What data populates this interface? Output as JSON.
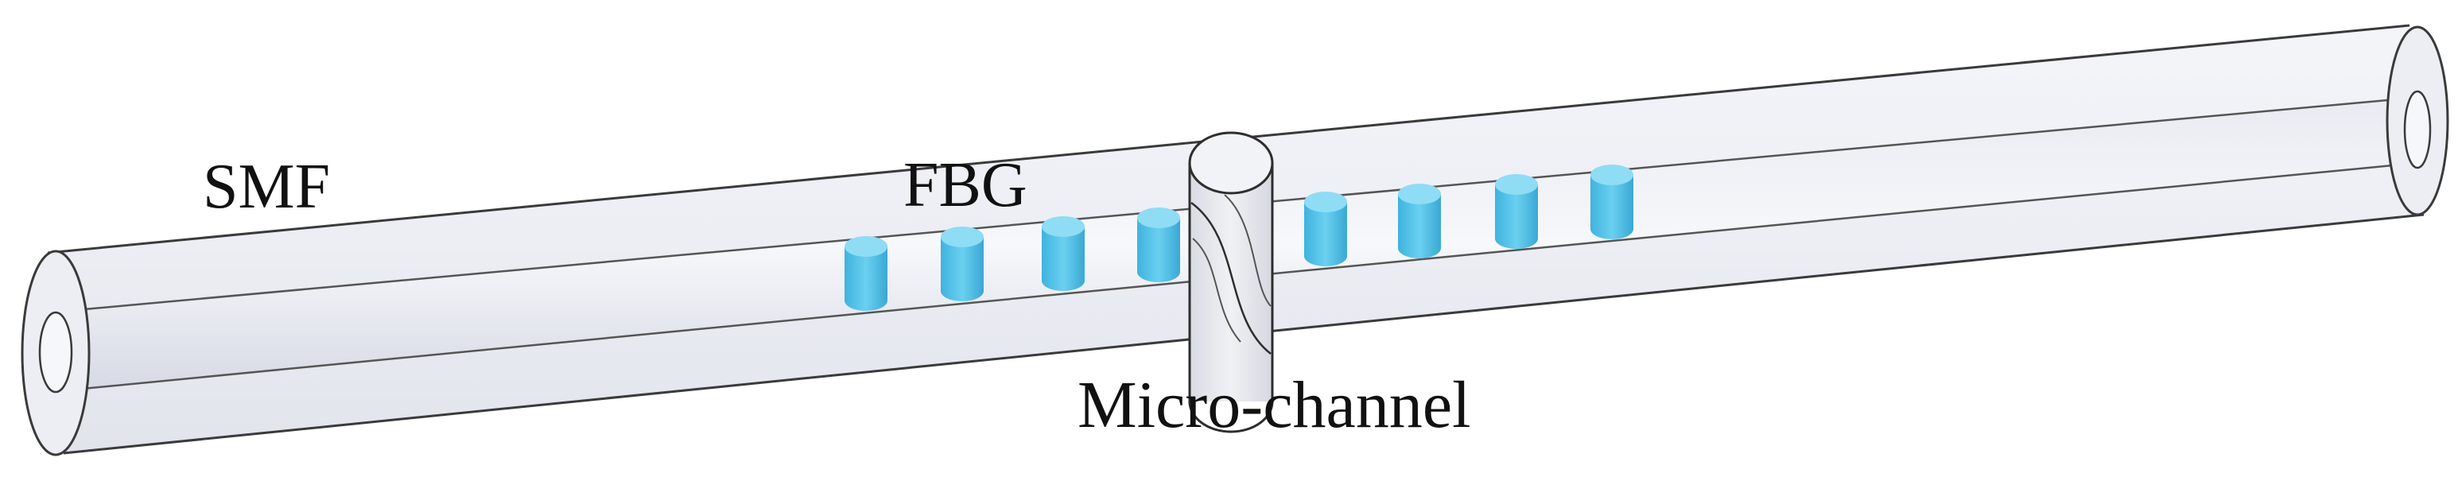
{
  "labels": {
    "smf": "SMF",
    "fbg": "FBG",
    "micro_channel": "Micro-channel"
  },
  "colors": {
    "fiber_outline": "#3a3a3a",
    "cladding_fill": "#eef0f5",
    "core_fill": "#dfe2ec",
    "grating_fill": "#5bc6ea",
    "grating_top": "#8fdcf5",
    "channel_fill": "#e6e7ec"
  },
  "fbg": {
    "grating_elements_left_of_channel": 4,
    "grating_elements_right_of_channel": 4
  }
}
